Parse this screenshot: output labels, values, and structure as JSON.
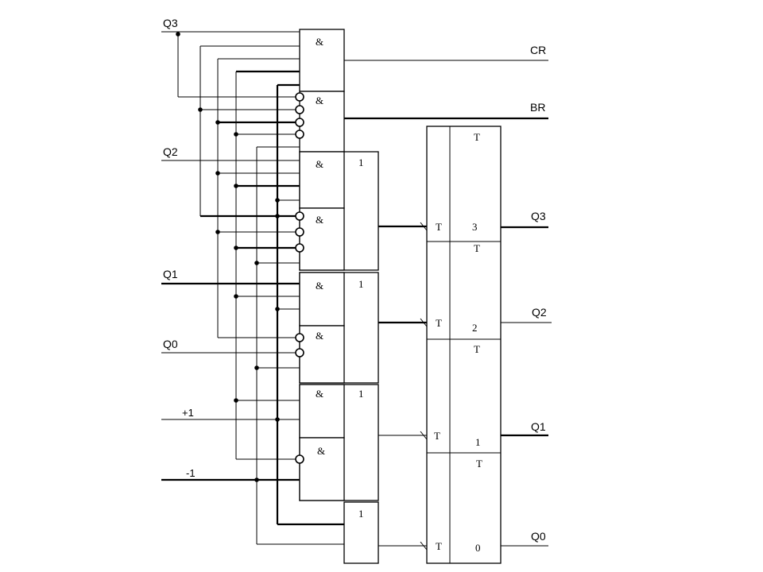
{
  "inputs": {
    "q3": "Q3",
    "q2": "Q2",
    "q1": "Q1",
    "q0": "Q0",
    "plus1": "+1",
    "minus1": "-1"
  },
  "outputs": {
    "cr": "CR",
    "br": "BR",
    "q3": "Q3",
    "q2": "Q2",
    "q1": "Q1",
    "q0": "Q0"
  },
  "gate_symbols": {
    "and": "&",
    "or": "1"
  },
  "flipflops": {
    "type_label": "T",
    "indices": [
      "3",
      "2",
      "1",
      "0"
    ]
  }
}
